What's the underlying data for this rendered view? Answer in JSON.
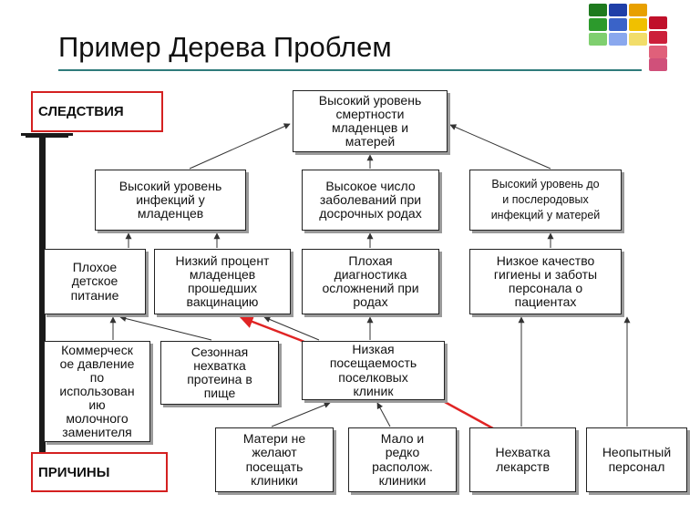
{
  "title": "Пример Дерева Проблем",
  "labels": {
    "effects": "СЛЕДСТВИЯ",
    "causes": "ПРИЧИНЫ"
  },
  "nodes": {
    "top": "Высокий уровень\nсмертности\nмладенцев и\nматерей",
    "infant_infections": "Высокий уровень\nинфекций у\nмладенцев",
    "preterm_disease": "Высокое число\nзаболеваний при\nдосрочных родах",
    "postpartum_infections": "Высокий уровень до\nи послеродовых\nинфекций у матерей",
    "poor_nutrition": "Плохое\nдетское\nпитание",
    "low_vaccination": "Низкий процент\nмладенцев\nпрошедших\nвакцинацию",
    "poor_diagnosis": "Плохая\nдиагностика\nосложнений при\nродах",
    "low_hygiene": "Низкое качество\nгигиены и заботы\nперсонала о\nпациентах",
    "commercial_pressure": "Коммерческ\nое давление\nпо\nиспользован\nию\nмолочного\nзаменителя",
    "seasonal_protein": "Сезонная\nнехватка\nпротеина в\nпище",
    "low_attendance": "Низкая\nпосещаемость\nпоселковых\nклиник",
    "mothers_unwilling": "Матери не\nжелают\nпосещать\nклиники",
    "few_clinics": "Мало и\nредко\nрасполож.\nклиники",
    "medicine_shortage": "Нехватка\nлекарств",
    "inexperienced_staff": "Неопытный\nперсонал"
  },
  "colors": {
    "title_rule": "#2f7b7b",
    "red_frame": "#d42020",
    "highlight_arrow": "#e02424",
    "box_border": "#222222",
    "box_shadow": "#9a9a9a",
    "tiles": [
      "#1e7a1e",
      "#1f3fa8",
      "#e8a000",
      "#c0102a",
      "#2c9a2c",
      "#3a63c8",
      "#f0c000",
      "#cc1f3a",
      "#7fcf6f",
      "#8aa8ee",
      "#f2dd6a",
      "#e0607a",
      "#d0507a"
    ]
  }
}
